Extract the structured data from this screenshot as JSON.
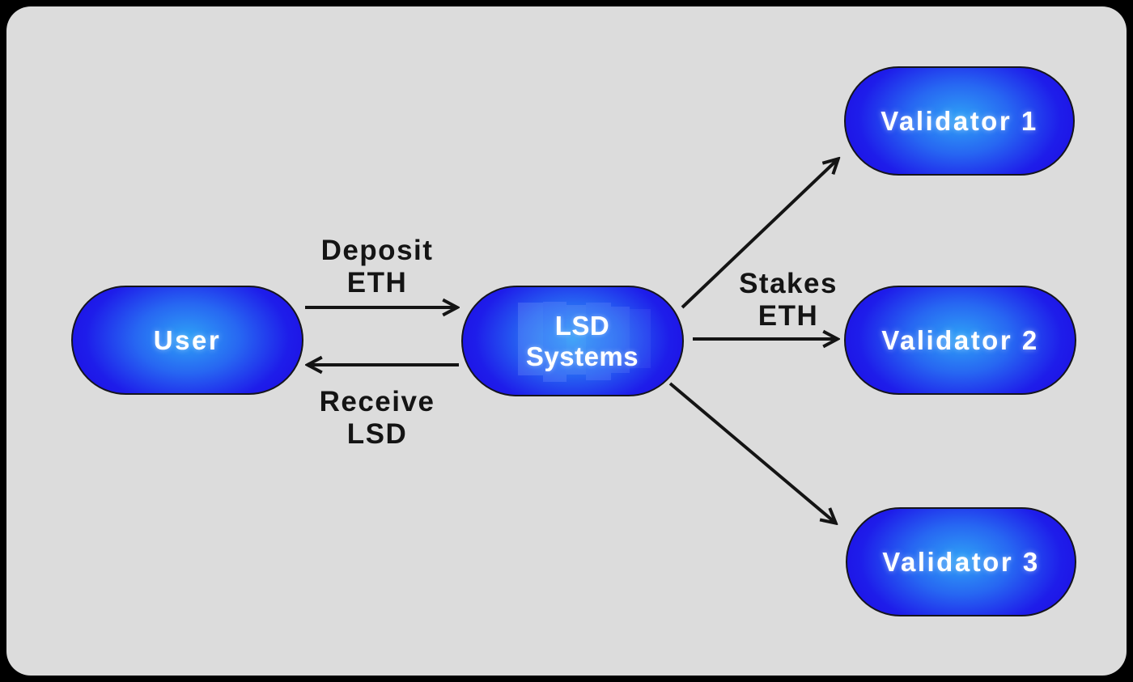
{
  "nodes": {
    "user": {
      "label": "User"
    },
    "lsd": {
      "line1": "LSD",
      "line2": "Systems"
    },
    "v1": {
      "label": "Validator 1"
    },
    "v2": {
      "label": "Validator 2"
    },
    "v3": {
      "label": "Validator 3"
    }
  },
  "edges": {
    "deposit": {
      "line1": "Deposit",
      "line2": "ETH"
    },
    "receive": {
      "line1": "Receive",
      "line2": "LSD"
    },
    "stakes": {
      "line1": "Stakes",
      "line2": "ETH"
    }
  },
  "colors": {
    "frame_background": "#000000",
    "board_background": "#dcdcdc",
    "node_center": "#2fa2f6",
    "node_edge": "#1d13e6",
    "node_border": "#15151c",
    "node_text": "#ffffff",
    "arrow": "#141414",
    "label_text": "#141414"
  }
}
